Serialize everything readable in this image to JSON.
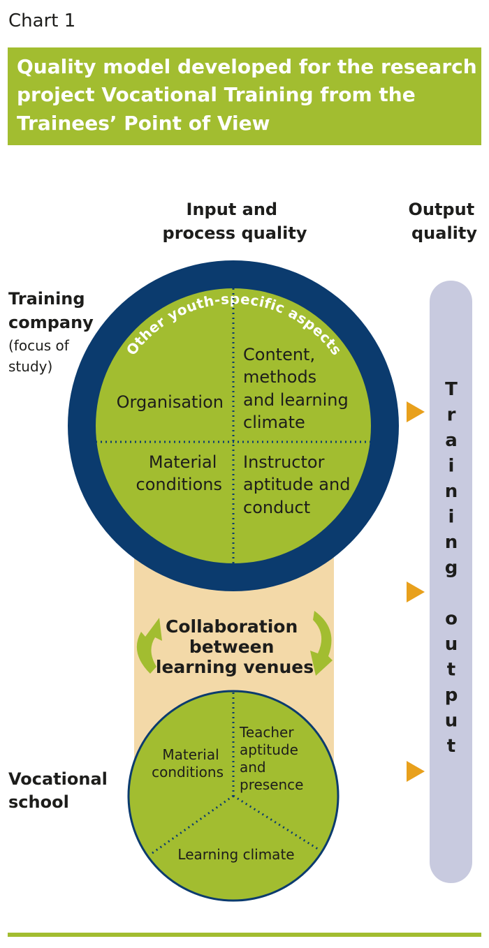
{
  "chart_label": "Chart 1",
  "title_lines": [
    "Quality model developed for the research",
    "project Vocational Training from the",
    "Trainees’ Point of View"
  ],
  "column_headers": {
    "input": [
      "Input and",
      "process quality"
    ],
    "output": [
      "Output",
      "quality"
    ]
  },
  "training_company": {
    "label": [
      "Training",
      "company"
    ],
    "note": [
      "(focus of",
      "study)"
    ],
    "ring_text": "Other youth-specific aspects",
    "quadrants": {
      "organisation": "Organisation",
      "content": [
        "Content,",
        "methods",
        "and learning",
        "climate"
      ],
      "material": [
        "Material",
        "conditions"
      ],
      "instructor": [
        "Instructor",
        "aptitude and",
        "conduct"
      ]
    }
  },
  "collaboration": [
    "Collaboration",
    "between",
    "learning venues"
  ],
  "vocational_school": {
    "label": [
      "Vocational",
      "school"
    ],
    "sectors": {
      "material": [
        "Material",
        "conditions"
      ],
      "teacher": [
        "Teacher",
        "aptitude",
        "and",
        "presence"
      ],
      "climate": "Learning climate"
    }
  },
  "output_bar": {
    "letters": [
      "T",
      "r",
      "a",
      "i",
      "n",
      "i",
      "n",
      "g",
      "",
      "o",
      "u",
      "t",
      "p",
      "u",
      "t"
    ]
  },
  "colors": {
    "green": "#a2bd30",
    "navy": "#0b3b6e",
    "beige": "#f3d9a8",
    "bar": "#c8cadf",
    "orange": "#e8a01c"
  }
}
